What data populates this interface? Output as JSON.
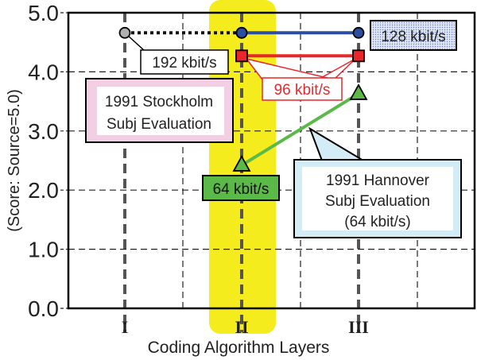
{
  "chart_data": {
    "type": "line",
    "title": "",
    "xlabel": "Coding Algorithm Layers",
    "ylabel": "(Score: Source=5.0)",
    "ylim": [
      0,
      5
    ],
    "yticks": [
      "0.0",
      "1.0",
      "2.0",
      "3.0",
      "4.0",
      "5.0"
    ],
    "categories": [
      "I",
      "II",
      "III"
    ],
    "highlight_category": "II",
    "grid": true,
    "series": [
      {
        "name": "192 kbit/s",
        "label": "192 kbit/s",
        "color": "#b0b0b0",
        "x": [
          "I",
          "II"
        ],
        "values": [
          4.66,
          4.66
        ],
        "marker": "circle",
        "line": "dotted"
      },
      {
        "name": "128 kbit/s",
        "label": "128 kbit/s",
        "color": "#2b4ea0",
        "x": [
          "II",
          "III"
        ],
        "values": [
          4.66,
          4.66
        ],
        "marker": "circle",
        "line": "solid"
      },
      {
        "name": "96 kbit/s",
        "label": "96 kbit/s",
        "color": "#e8262b",
        "x": [
          "II",
          "III"
        ],
        "values": [
          4.27,
          4.27
        ],
        "marker": "square",
        "line": "solid"
      },
      {
        "name": "64 kbit/s",
        "label": "64 kbit/s",
        "color": "#5ab947",
        "x": [
          "II",
          "III"
        ],
        "values": [
          2.42,
          3.63
        ],
        "marker": "triangle",
        "line": "solid"
      }
    ],
    "annotations": [
      {
        "lines": [
          "1991 Stockholm",
          "Subj Evaluation"
        ],
        "bg": "#f2cfe3"
      },
      {
        "lines": [
          "1991 Hannover",
          "Subj Evaluation",
          "(64 kbit/s)"
        ],
        "bg": "#d3ecf5"
      }
    ]
  }
}
